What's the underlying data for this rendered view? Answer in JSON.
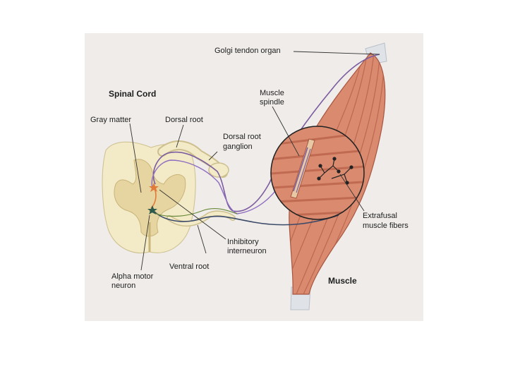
{
  "labels": {
    "golgi_tendon_organ": "Golgi tendon organ",
    "spinal_cord": "Spinal Cord",
    "muscle_spindle_1": "Muscle",
    "muscle_spindle_2": "spindle",
    "gray_matter": "Gray matter",
    "dorsal_root": "Dorsal root",
    "dorsal_root_ganglion_1": "Dorsal root",
    "dorsal_root_ganglion_2": "ganglion",
    "extrafusal_1": "Extrafusal",
    "extrafusal_2": "muscle fibers",
    "inhibitory_1": "Inhibitory",
    "inhibitory_2": "interneuron",
    "ventral_root": "Ventral root",
    "alpha_motor_1": "Alpha motor",
    "alpha_motor_2": "neuron",
    "muscle": "Muscle"
  },
  "colors": {
    "page_bg": "#ffffff",
    "figure_bg": "#efece9",
    "muscle": "#d98a6f",
    "muscle_stripe": "#b8624a",
    "tendon": "#dfe3e8",
    "spinal_cord": "#f3eac7",
    "gray_matter": "#e6d5a0",
    "sensory_neuron": "#7b5ca0",
    "motor_neuron": "#3b4a68",
    "interneuron": "#e07a3a",
    "spindle": "#e8c9a6"
  },
  "icons": [
    "sensory-neuron-path",
    "motor-neuron-path",
    "interneuron-star",
    "alpha-motor-neuron-star"
  ]
}
